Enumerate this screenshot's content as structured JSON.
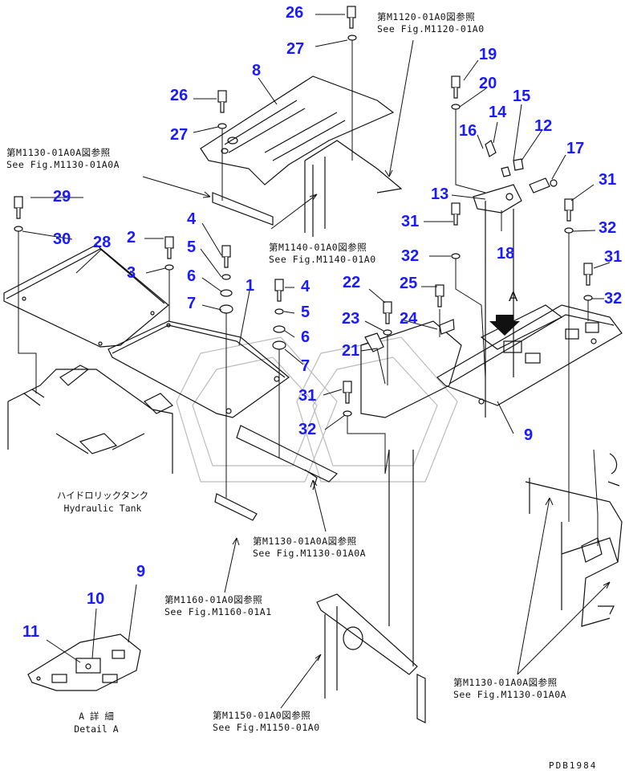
{
  "callouts": [
    {
      "id": "c26a",
      "text": "26"
    },
    {
      "id": "c27a",
      "text": "27"
    },
    {
      "id": "c8",
      "text": "8"
    },
    {
      "id": "c26b",
      "text": "26"
    },
    {
      "id": "c27b",
      "text": "27"
    },
    {
      "id": "c19",
      "text": "19"
    },
    {
      "id": "c20",
      "text": "20"
    },
    {
      "id": "c14",
      "text": "14"
    },
    {
      "id": "c15",
      "text": "15"
    },
    {
      "id": "c16",
      "text": "16"
    },
    {
      "id": "c12",
      "text": "12"
    },
    {
      "id": "c17",
      "text": "17"
    },
    {
      "id": "c13",
      "text": "13"
    },
    {
      "id": "c18",
      "text": "18"
    },
    {
      "id": "c31a",
      "text": "31"
    },
    {
      "id": "c32a",
      "text": "32"
    },
    {
      "id": "c31b",
      "text": "31"
    },
    {
      "id": "c32b",
      "text": "32"
    },
    {
      "id": "c31c",
      "text": "31"
    },
    {
      "id": "c32c",
      "text": "32"
    },
    {
      "id": "c29",
      "text": "29"
    },
    {
      "id": "c30",
      "text": "30"
    },
    {
      "id": "c28",
      "text": "28"
    },
    {
      "id": "c2",
      "text": "2"
    },
    {
      "id": "c3",
      "text": "3"
    },
    {
      "id": "c4a",
      "text": "4"
    },
    {
      "id": "c5a",
      "text": "5"
    },
    {
      "id": "c6a",
      "text": "6"
    },
    {
      "id": "c7a",
      "text": "7"
    },
    {
      "id": "c1",
      "text": "1"
    },
    {
      "id": "c4b",
      "text": "4"
    },
    {
      "id": "c5b",
      "text": "5"
    },
    {
      "id": "c6b",
      "text": "6"
    },
    {
      "id": "c7b",
      "text": "7"
    },
    {
      "id": "c22",
      "text": "22"
    },
    {
      "id": "c25",
      "text": "25"
    },
    {
      "id": "c23",
      "text": "23"
    },
    {
      "id": "c24",
      "text": "24"
    },
    {
      "id": "c21",
      "text": "21"
    },
    {
      "id": "c31d",
      "text": "31"
    },
    {
      "id": "c32d",
      "text": "32"
    },
    {
      "id": "c9a",
      "text": "9"
    },
    {
      "id": "c9b",
      "text": "9"
    },
    {
      "id": "c10",
      "text": "10"
    },
    {
      "id": "c11",
      "text": "11"
    }
  ],
  "references": {
    "m1120": {
      "jp": "第M1120-01A0図参照",
      "en": "See Fig.M1120-01A0"
    },
    "m1130_top": {
      "jp": "第M1130-01A0A図参照",
      "en": "See Fig.M1130-01A0A"
    },
    "m1140": {
      "jp": "第M1140-01A0図参照",
      "en": "See Fig.M1140-01A0"
    },
    "m1130_mid": {
      "jp": "第M1130-01A0A図参照",
      "en": "See Fig.M1130-01A0A"
    },
    "m1160": {
      "jp": "第M1160-01A0図参照",
      "en": "See Fig.M1160-01A1"
    },
    "m1150": {
      "jp": "第M1150-01A0図参照",
      "en": "See Fig.M1150-01A0"
    },
    "m1130_right": {
      "jp": "第M1130-01A0A図参照",
      "en": "See Fig.M1130-01A0A"
    }
  },
  "captions": {
    "hydraulic_tank": {
      "jp": "ハイドロリックタンク",
      "en": "Hydraulic Tank"
    },
    "detail_a": {
      "jp": "A 詳 細",
      "en": "Detail A"
    }
  },
  "view_arrow_label": "A",
  "drawing_code": "PDB1984",
  "colors": {
    "callout": "#1a1aff",
    "line": "#111111"
  }
}
